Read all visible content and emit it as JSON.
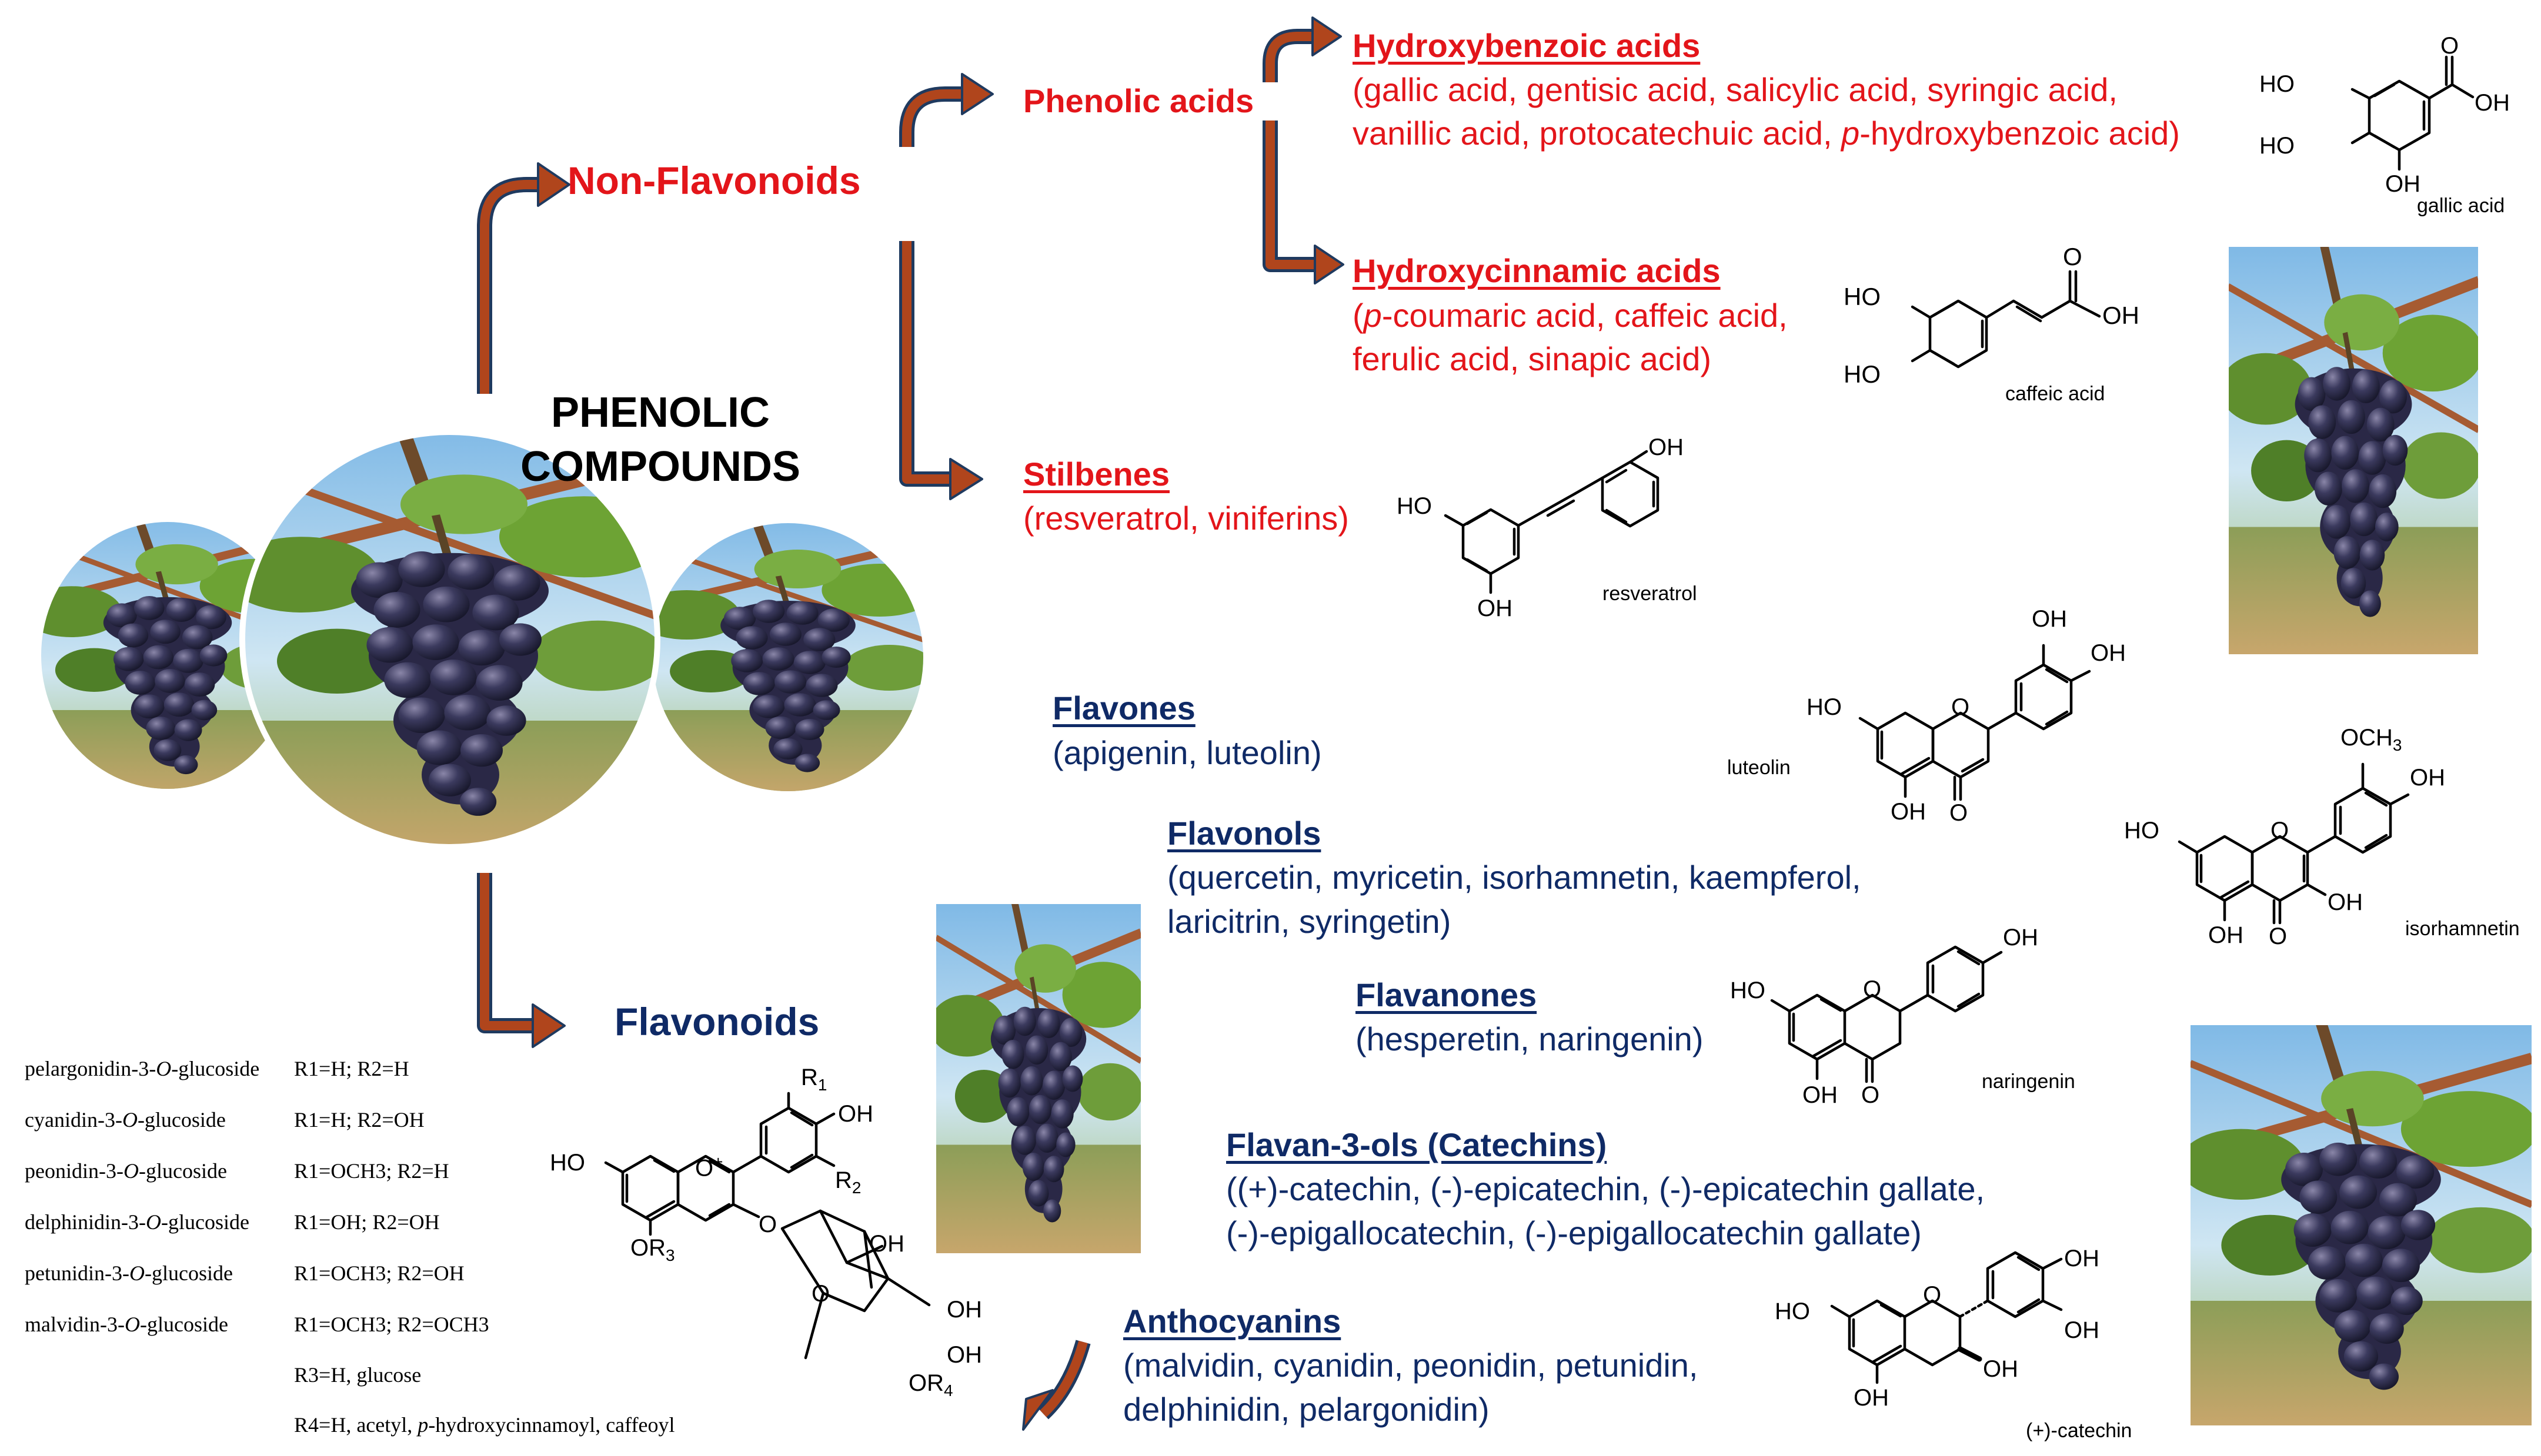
{
  "title": {
    "line1": "PHENOLIC",
    "line2": "COMPOUNDS"
  },
  "non_flavonoids": {
    "label": "Non-Flavonoids"
  },
  "flavonoids": {
    "label": "Flavonoids"
  },
  "phenolic_acids": {
    "label": "Phenolic acids"
  },
  "hydroxybenzoic": {
    "heading": "Hydroxybenzoic acids",
    "line1": "(gallic acid, gentisic acid, salicylic acid, syringic acid,",
    "line2_pre": "vanillic acid, protocatechuic acid, ",
    "line2_italic": "p",
    "line2_post": "-hydroxybenzoic acid)"
  },
  "hydroxycinnamic": {
    "heading": "Hydroxycinnamic acids",
    "line1_pre": "(",
    "line1_italic": "p",
    "line1_post": "-coumaric acid, caffeic acid,",
    "line2": "ferulic acid, sinapic acid)"
  },
  "stilbenes": {
    "heading": "Stilbenes",
    "line1": "(resveratrol, viniferins)"
  },
  "flavones": {
    "heading": "Flavones",
    "line1": "(apigenin, luteolin)"
  },
  "flavonols": {
    "heading": "Flavonols",
    "line1": "(quercetin, myricetin, isorhamnetin, kaempferol,",
    "line2": "laricitrin, syringetin)"
  },
  "flavanones": {
    "heading": "Flavanones",
    "line1": "(hesperetin, naringenin)"
  },
  "flavanols": {
    "heading": "Flavan-3-ols (Catechins)",
    "line1": "((+)-catechin, (-)-epicatechin, (-)-epicatechin gallate,",
    "line2": "(-)-epigallocatechin, (-)-epigallocatechin gallate)"
  },
  "anthocyanins": {
    "heading": "Anthocyanins",
    "line1": "(malvidin, cyanidin, peonidin, petunidin,",
    "line2": "delphinidin, pelargonidin)"
  },
  "structures": {
    "gallic": {
      "name": "gallic acid",
      "ho1": "HO",
      "ho2": "HO",
      "oh_bottom": "OH",
      "o": "O",
      "oh_acid": "OH"
    },
    "caffeic": {
      "name": "caffeic acid",
      "ho1": "HO",
      "ho2": "HO",
      "o": "O",
      "oh": "OH"
    },
    "resveratrol": {
      "name": "resveratrol",
      "ho": "HO",
      "oh_bottom": "OH",
      "oh_top": "OH"
    },
    "luteolin": {
      "name": "luteolin",
      "ho": "HO",
      "oh5": "OH",
      "o_ring": "O",
      "o_keto": "O",
      "oh3p": "OH",
      "oh4p": "OH"
    },
    "isorhamnetin": {
      "name": "isorhamnetin",
      "ho": "HO",
      "oh5": "OH",
      "o_ring": "O",
      "o_keto": "O",
      "oh3": "OH",
      "och3": "OCH",
      "och3_sub": "3",
      "oh4p": "OH"
    },
    "naringenin": {
      "name": "naringenin",
      "ho": "HO",
      "oh5": "OH",
      "o_ring": "O",
      "o_keto": "O",
      "oh4p": "OH"
    },
    "catechin": {
      "name": "(+)-catechin",
      "ho": "HO",
      "oh5": "OH",
      "o_ring": "O",
      "oh3": "OH",
      "oh3p": "OH",
      "oh4p": "OH"
    },
    "anthocyanin": {
      "ho": "HO",
      "o_plus": "O",
      "plus": "+",
      "or3": "OR",
      "or3_sub": "3",
      "o_link": "O",
      "r1": "R",
      "r1_sub": "1",
      "r2": "R",
      "r2_sub": "2",
      "oh_b": "OH",
      "oh_s1": "OH",
      "oh_s2": "OH",
      "oh_s3": "OH",
      "or4": "OR",
      "or4_sub": "4",
      "o_sugar": "O"
    }
  },
  "anthocyanin_table": {
    "rows": [
      {
        "name_pre": "pelargonidin-3-",
        "name_italic": "O",
        "name_post": "-glucoside",
        "subs": "R1=H; R2=H"
      },
      {
        "name_pre": "cyanidin-3-",
        "name_italic": "O",
        "name_post": "-glucoside",
        "subs": "R1=H; R2=OH"
      },
      {
        "name_pre": "peonidin-3-",
        "name_italic": "O",
        "name_post": "-glucoside",
        "subs": "R1=OCH3; R2=H"
      },
      {
        "name_pre": "delphinidin-3-",
        "name_italic": "O",
        "name_post": "-glucoside",
        "subs": "R1=OH; R2=OH"
      },
      {
        "name_pre": "petunidin-3-",
        "name_italic": "O",
        "name_post": "-glucoside",
        "subs": "R1=OCH3; R2=OH"
      },
      {
        "name_pre": "malvidin-3-",
        "name_italic": "O",
        "name_post": "-glucoside",
        "subs": "R1=OCH3; R2=OCH3"
      }
    ],
    "r3": "R3=H, glucose",
    "r4_pre": "R4=H, acetyl, ",
    "r4_italic": "p",
    "r4_post": "-hydroxycinnamoyl, caffeoyl"
  },
  "colors": {
    "red": "#e3151a",
    "blue": "#0f2a66",
    "arrow": "#b0451c",
    "arrow_edge": "#1f3a5f"
  },
  "photos": [
    "grape-bunch",
    "grape-bunch",
    "grape-bunch",
    "grape-bunch",
    "grape-bunch",
    "grape-bunch"
  ]
}
